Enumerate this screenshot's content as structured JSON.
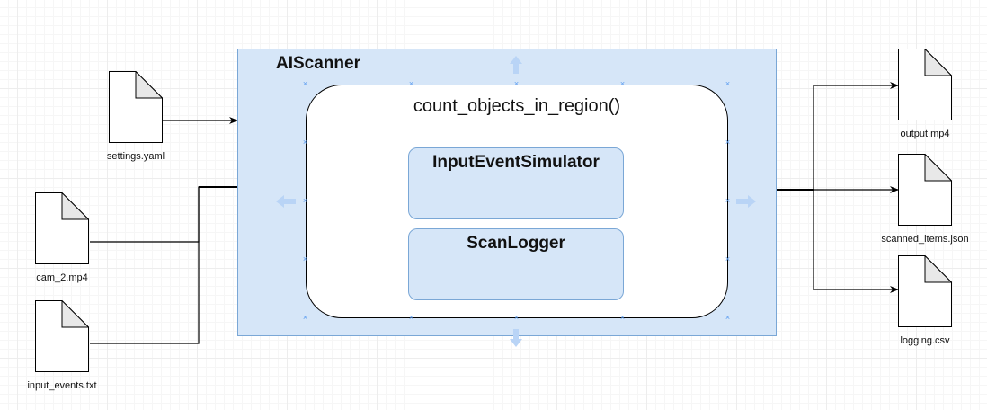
{
  "diagram": {
    "container": {
      "title": "AIScanner"
    },
    "function_box": {
      "title": "count_objects_in_region()"
    },
    "modules": [
      "InputEventSimulator",
      "ScanLogger"
    ],
    "inputs": [
      "settings.yaml",
      "cam_2.mp4",
      "input_events.txt"
    ],
    "outputs": [
      "output.mp4",
      "scanned_items.json",
      "logging.csv"
    ]
  },
  "colors": {
    "container_fill": "#d6e6f8",
    "container_stroke": "#7aa7d6",
    "selection_handle": "#5a9cf0",
    "connector": "#000000"
  },
  "icons": [
    "document-icon",
    "arrow-connector",
    "selection-handle-icon",
    "hover-arrow-icon"
  ]
}
